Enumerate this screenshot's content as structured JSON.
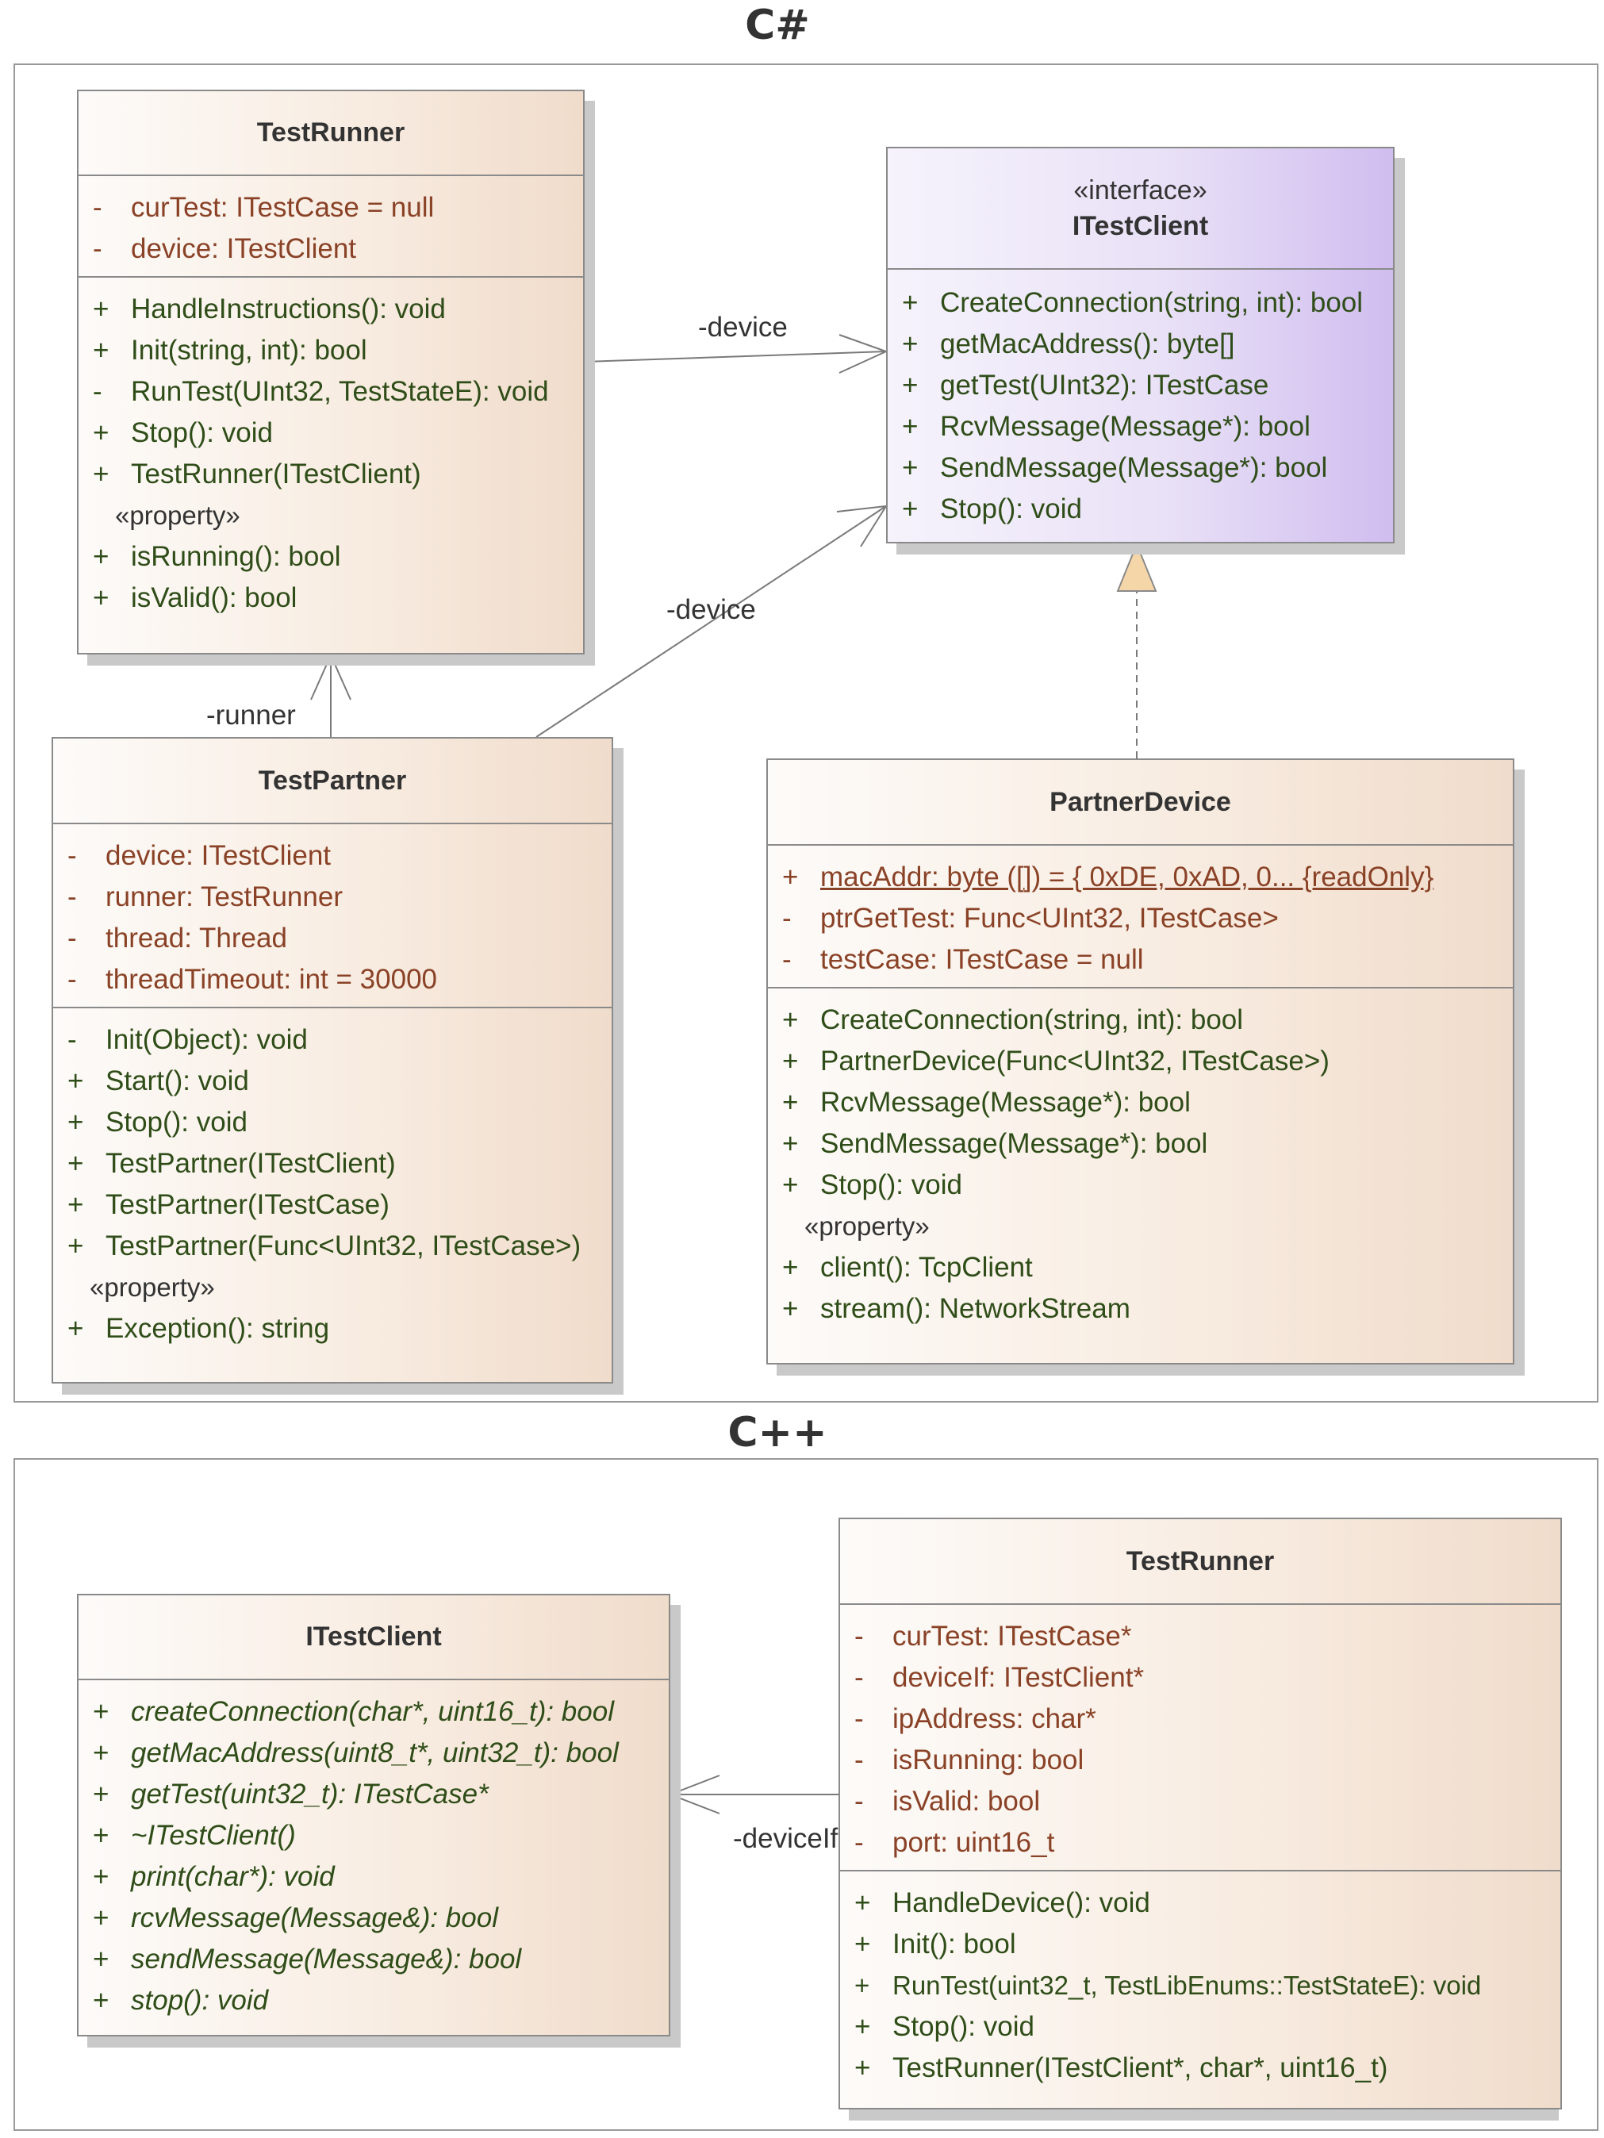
{
  "packages": {
    "csharp": {
      "title": "C#"
    },
    "cpp": {
      "title": "C++"
    }
  },
  "classes": {
    "cs_testrunner": {
      "name": "TestRunner",
      "attributes": [
        {
          "vis": "-",
          "text": "curTest: ITestCase = null"
        },
        {
          "vis": "-",
          "text": "device: ITestClient"
        }
      ],
      "operations": [
        {
          "vis": "+",
          "text": "HandleInstructions(): void"
        },
        {
          "vis": "+",
          "text": "Init(string, int): bool"
        },
        {
          "vis": "-",
          "text": "RunTest(UInt32, TestStateE): void"
        },
        {
          "vis": "+",
          "text": "Stop(): void"
        },
        {
          "vis": "+",
          "text": "TestRunner(ITestClient)"
        }
      ],
      "property_stereotype": "«property»",
      "properties": [
        {
          "vis": "+",
          "text": "isRunning(): bool"
        },
        {
          "vis": "+",
          "text": "isValid(): bool"
        }
      ]
    },
    "cs_itestclient": {
      "stereotype": "«interface»",
      "name": "ITestClient",
      "operations": [
        {
          "vis": "+",
          "text": "CreateConnection(string, int): bool"
        },
        {
          "vis": "+",
          "text": "getMacAddress(): byte[]"
        },
        {
          "vis": "+",
          "text": "getTest(UInt32): ITestCase"
        },
        {
          "vis": "+",
          "text": "RcvMessage(Message*): bool"
        },
        {
          "vis": "+",
          "text": "SendMessage(Message*): bool"
        },
        {
          "vis": "+",
          "text": "Stop(): void"
        }
      ]
    },
    "cs_testpartner": {
      "name": "TestPartner",
      "attributes": [
        {
          "vis": "-",
          "text": "device: ITestClient"
        },
        {
          "vis": "-",
          "text": "runner: TestRunner"
        },
        {
          "vis": "-",
          "text": "thread: Thread"
        },
        {
          "vis": "-",
          "text": "threadTimeout: int = 30000"
        }
      ],
      "operations": [
        {
          "vis": "-",
          "text": "Init(Object): void"
        },
        {
          "vis": "+",
          "text": "Start(): void"
        },
        {
          "vis": "+",
          "text": "Stop(): void"
        },
        {
          "vis": "+",
          "text": "TestPartner(ITestClient)"
        },
        {
          "vis": "+",
          "text": "TestPartner(ITestCase)"
        },
        {
          "vis": "+",
          "text": "TestPartner(Func<UInt32, ITestCase>)"
        }
      ],
      "property_stereotype": "«property»",
      "properties": [
        {
          "vis": "+",
          "text": "Exception(): string"
        }
      ]
    },
    "cs_partnerdevice": {
      "name": "PartnerDevice",
      "attributes": [
        {
          "vis": "+",
          "text": "macAddr: byte ([]) = { 0xDE, 0xAD, 0... {readOnly}",
          "underline": true
        },
        {
          "vis": "-",
          "text": "ptrGetTest: Func<UInt32, ITestCase>"
        },
        {
          "vis": "-",
          "text": "testCase: ITestCase = null"
        }
      ],
      "operations": [
        {
          "vis": "+",
          "text": "CreateConnection(string, int): bool"
        },
        {
          "vis": "+",
          "text": "PartnerDevice(Func<UInt32, ITestCase>)"
        },
        {
          "vis": "+",
          "text": "RcvMessage(Message*): bool"
        },
        {
          "vis": "+",
          "text": "SendMessage(Message*): bool"
        },
        {
          "vis": "+",
          "text": "Stop(): void"
        }
      ],
      "property_stereotype": "«property»",
      "properties": [
        {
          "vis": "+",
          "text": "client(): TcpClient"
        },
        {
          "vis": "+",
          "text": "stream(): NetworkStream"
        }
      ]
    },
    "cpp_itestclient": {
      "name": "ITestClient",
      "operations": [
        {
          "vis": "+",
          "text": "createConnection(char*, uint16_t): bool"
        },
        {
          "vis": "+",
          "text": "getMacAddress(uint8_t*, uint32_t): bool"
        },
        {
          "vis": "+",
          "text": "getTest(uint32_t): ITestCase*"
        },
        {
          "vis": "+",
          "text": "~ITestClient()"
        },
        {
          "vis": "+",
          "text": "print(char*): void"
        },
        {
          "vis": "+",
          "text": "rcvMessage(Message&): bool"
        },
        {
          "vis": "+",
          "text": "sendMessage(Message&): bool"
        },
        {
          "vis": "+",
          "text": "stop(): void"
        }
      ]
    },
    "cpp_testrunner": {
      "name": "TestRunner",
      "attributes": [
        {
          "vis": "-",
          "text": "curTest: ITestCase*"
        },
        {
          "vis": "-",
          "text": "deviceIf: ITestClient*"
        },
        {
          "vis": "-",
          "text": "ipAddress: char*"
        },
        {
          "vis": "-",
          "text": "isRunning: bool"
        },
        {
          "vis": "-",
          "text": "isValid: bool"
        },
        {
          "vis": "-",
          "text": "port: uint16_t"
        }
      ],
      "operations": [
        {
          "vis": "+",
          "text": "HandleDevice(): void"
        },
        {
          "vis": "+",
          "text": "Init(): bool"
        },
        {
          "vis": "+",
          "text": "RunTest(uint32_t, TestLibEnums::TestStateE): void"
        },
        {
          "vis": "+",
          "text": "Stop(): void"
        },
        {
          "vis": "+",
          "text": "TestRunner(ITestClient*, char*, uint16_t)"
        }
      ]
    }
  },
  "relations": [
    {
      "label": "-device",
      "from": "TestRunner",
      "to": "ITestClient",
      "kind": "association"
    },
    {
      "label": "-device",
      "from": "TestPartner",
      "to": "ITestClient",
      "kind": "association"
    },
    {
      "label": "-runner",
      "from": "TestPartner",
      "to": "TestRunner",
      "kind": "association"
    },
    {
      "label": "",
      "from": "PartnerDevice",
      "to": "ITestClient",
      "kind": "realization"
    },
    {
      "label": "-deviceIf",
      "from": "TestRunner (C++)",
      "to": "ITestClient (C++)",
      "kind": "association"
    }
  ],
  "colors": {
    "attribute_text": "#8a4227",
    "operation_text": "#2f4d18",
    "class_fill_end": "#f0dccb",
    "interface_fill_end": "#d0bdef",
    "realization_arrow": "#f5d6a8"
  }
}
